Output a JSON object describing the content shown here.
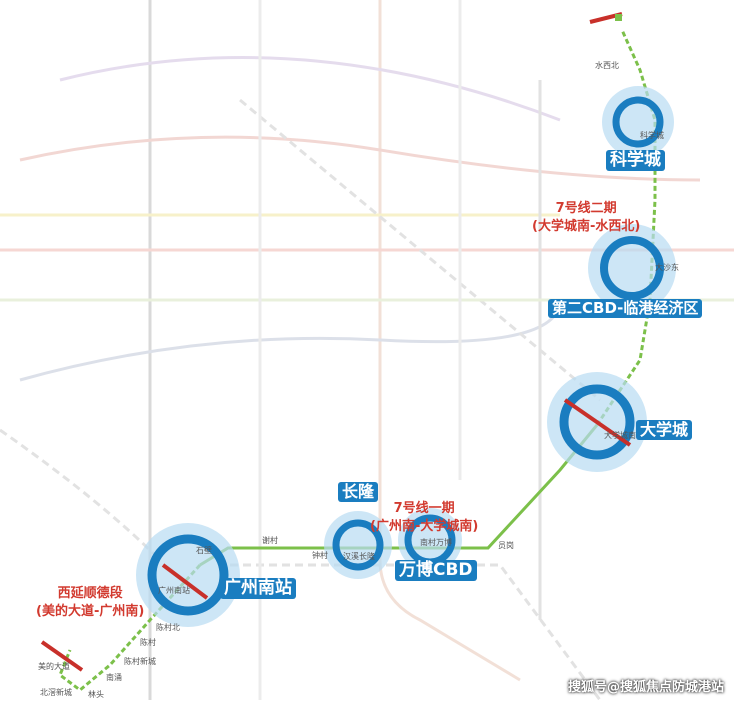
{
  "hubs": {
    "science_city": "科学城",
    "cbd2": "第二CBD-临港经济区",
    "university_town": "大学城",
    "changlong": "长隆",
    "wanbo": "万博CBD",
    "guangzhou_south": "广州南站"
  },
  "annotations": {
    "phase2_title": "7号线二期",
    "phase2_range": "(大学城南-水西北)",
    "phase1_title": "7号线一期",
    "phase1_range": "(广州南-大学城南)",
    "west_ext_title": "西延顺德段",
    "west_ext_range": "(美的大道-广州南)"
  },
  "stations": [
    "水西北",
    "科学城",
    "大沙东",
    "大学城南",
    "员岗",
    "南村万博",
    "汉溪长隆",
    "钟村",
    "谢村",
    "石壁",
    "广州南站",
    "陈村北",
    "陈村",
    "陈村新城",
    "南涌",
    "美的大道",
    "北滘新城",
    "林头"
  ],
  "colors": {
    "line7": "#7cc04a",
    "highlight": "#1a7dc0",
    "halo": "#b8dcf2",
    "extension": "#c8302a"
  },
  "watermark": "搜狐号@搜狐焦点防城港站"
}
